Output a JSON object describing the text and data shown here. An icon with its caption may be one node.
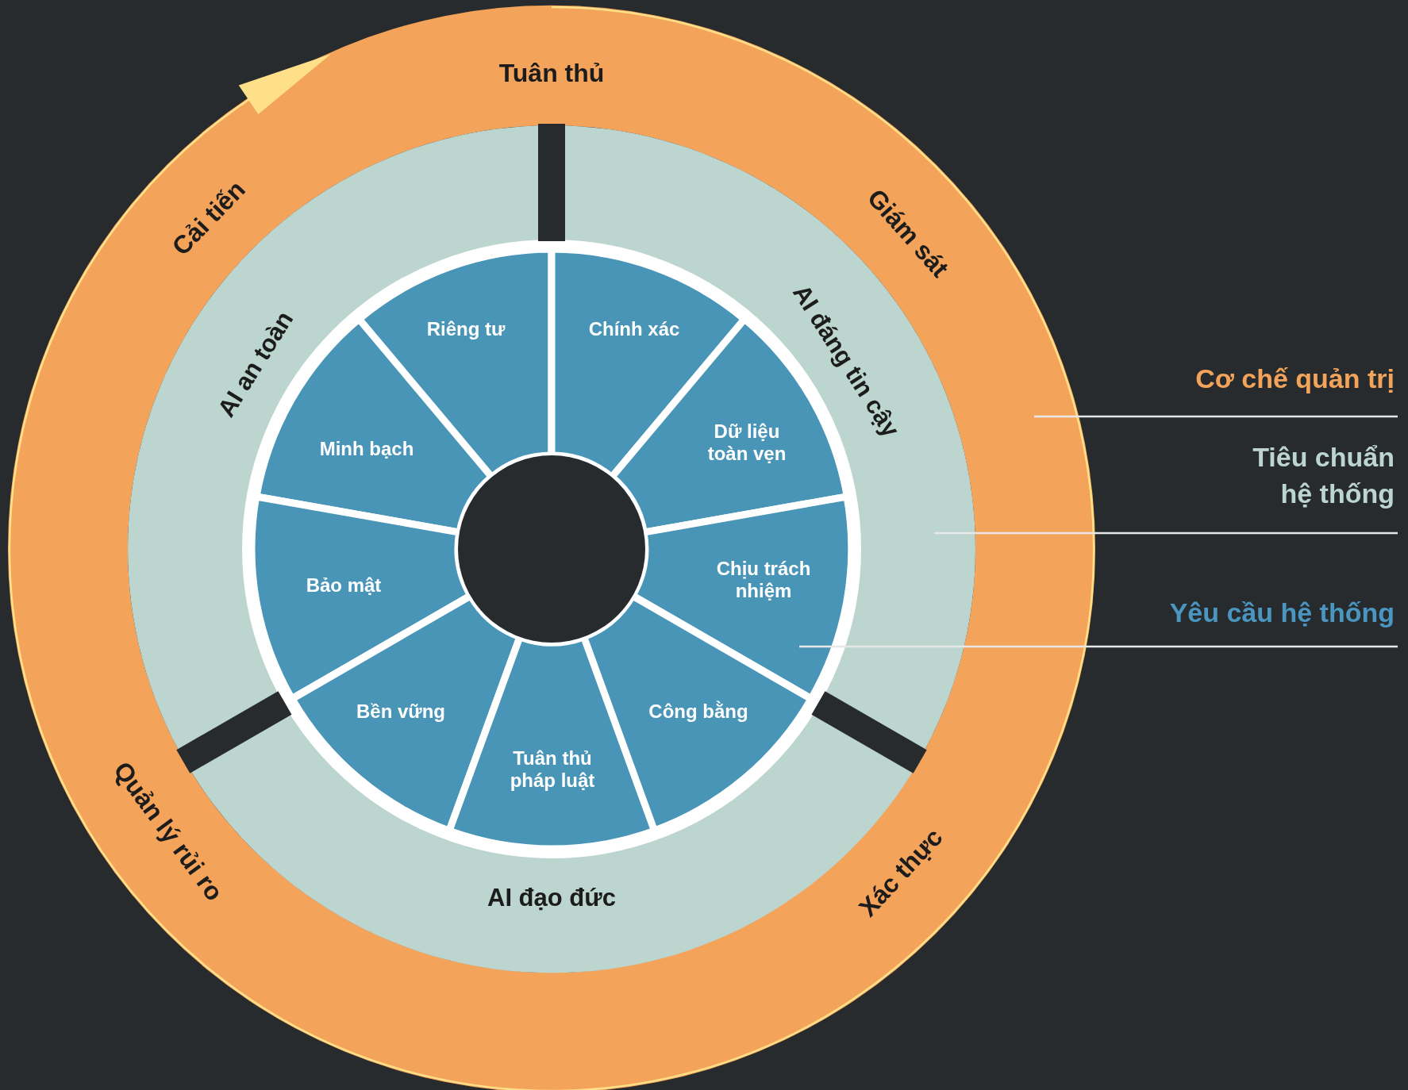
{
  "diagram": {
    "nodes": [
      {
        "text": [
          "Tuân thủ",
          "Giám sát",
          "Xác thực",
          "Quản lý rủi ro",
          "Cải tiến"
        ]
      },
      {
        "text": [
          "AI an toàn"
        ],
        "in": 0
      },
      {
        "text": [
          "AI đáng tin cậy"
        ],
        "in": 0
      },
      {
        "text": [
          "AI đạo đức"
        ],
        "in": 0
      },
      {
        "text": [
          "Riêng tư"
        ],
        "in": 0
      },
      {
        "text": [
          "Chính xác"
        ],
        "in": 0
      },
      {
        "text": [
          "Minh bạch"
        ],
        "in": 0
      },
      {
        "text": [
          "Dữ liệu toàn vẹn"
        ],
        "in": 0
      },
      {
        "text": [
          "Bảo mật"
        ],
        "in": 0
      },
      {
        "text": [
          "Chịu trách nhiệm"
        ],
        "in": 0
      },
      {
        "text": [
          "Bền vững"
        ],
        "in": 0
      },
      {
        "text": [
          "Công bằng"
        ],
        "in": 0
      },
      {
        "text": [
          "Tuân thủ pháp luật"
        ],
        "in": 0
      },
      {
        "text": [],
        "shape": "circle",
        "in": 0
      },
      {
        "text": [
          "Cơ chế quản trị"
        ]
      },
      {
        "text": [
          "Tiêu chuẩn hệ thống"
        ]
      },
      {
        "text": [
          "Yêu cầu hệ thống"
        ]
      }
    ],
    "edges": [
      {
        "from": 14,
        "to": 0,
        "arrow": "none"
      },
      {
        "from": 15,
        "to": 2,
        "arrow": "none"
      },
      {
        "from": 16,
        "to": 9,
        "arrow": "none"
      }
    ]
  }
}
